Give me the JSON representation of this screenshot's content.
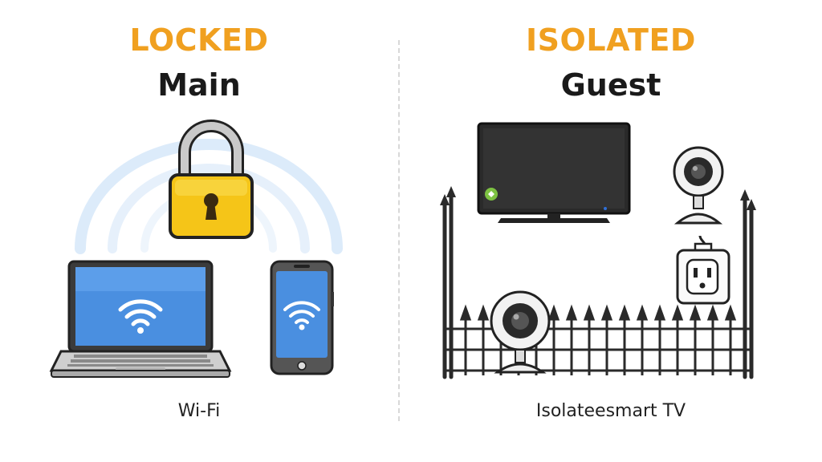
{
  "left": {
    "status": "LOCKED",
    "network": "Main",
    "caption": "Wi-Fi"
  },
  "right": {
    "status": "ISOLATED",
    "network": "Guest",
    "caption": "Isolateesmart TV"
  },
  "colors": {
    "accent": "#F0A020",
    "lock": "#F5C518",
    "wifi_waves": "#CFE3F7",
    "screen": "#4A8FE0",
    "tv": "#2A2A2A"
  }
}
